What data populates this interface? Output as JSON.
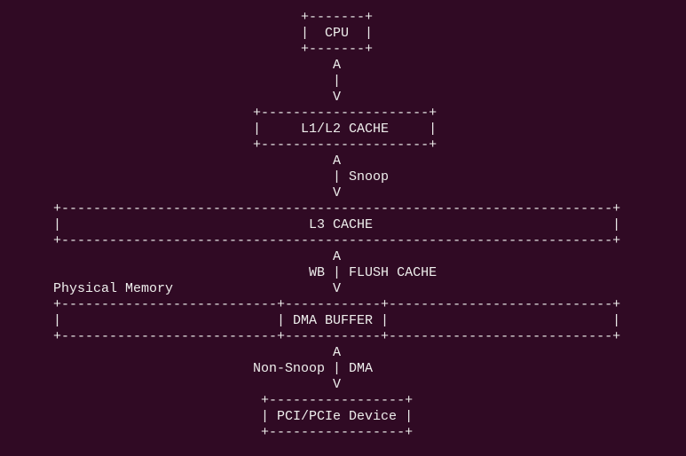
{
  "colors": {
    "background": "#300a24",
    "text": "#eeeeec"
  },
  "diagram": {
    "lines": [
      "                               +-------+",
      "                               |  CPU  |",
      "                               +-------+",
      "                                   A",
      "                                   |",
      "                                   V",
      "                         +---------------------+",
      "                         |     L1/L2 CACHE     |",
      "                         +---------------------+",
      "                                   A",
      "                                   | Snoop",
      "                                   V",
      "+---------------------------------------------------------------------+",
      "|                               L3 CACHE                              |",
      "+---------------------------------------------------------------------+",
      "                                   A",
      "                                WB | FLUSH CACHE",
      "Physical Memory                    V",
      "+---------------------------+------------+----------------------------+",
      "|                           | DMA BUFFER |                            |",
      "+---------------------------+------------+----------------------------+",
      "                                   A",
      "                         Non-Snoop | DMA",
      "                                   V",
      "                          +-----------------+",
      "                          | PCI/PCIe Device |",
      "                          +-----------------+"
    ]
  }
}
